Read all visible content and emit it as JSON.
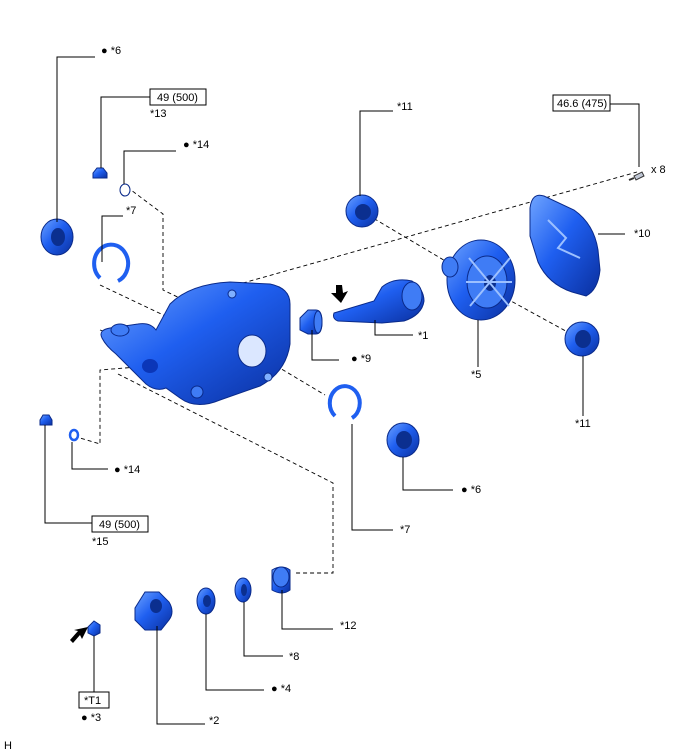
{
  "labels": {
    "p1": "*1",
    "p2": "*2",
    "p3": "*3",
    "p4": "*4",
    "p5": "*5",
    "p6a": "*6",
    "p6b": "*6",
    "p7a": "*7",
    "p7b": "*7",
    "p8": "*8",
    "p9": "*9",
    "p10": "*10",
    "p11a": "*11",
    "p11b": "*11",
    "p12": "*12",
    "p13": "*13",
    "p14a": "*14",
    "p14b": "*14",
    "p15": "*15"
  },
  "torque": {
    "t13": "49 (500)",
    "t15": "49 (500)",
    "bolt": "46.6 (475)",
    "bolt_qty": "x 8"
  },
  "tool": {
    "t1": "*T1"
  },
  "bullet": "●",
  "corner_mark": "H",
  "colors": {
    "part_fill": "#1f5ff0",
    "part_dark": "#0b36b8",
    "part_light": "#7fb0ff"
  }
}
